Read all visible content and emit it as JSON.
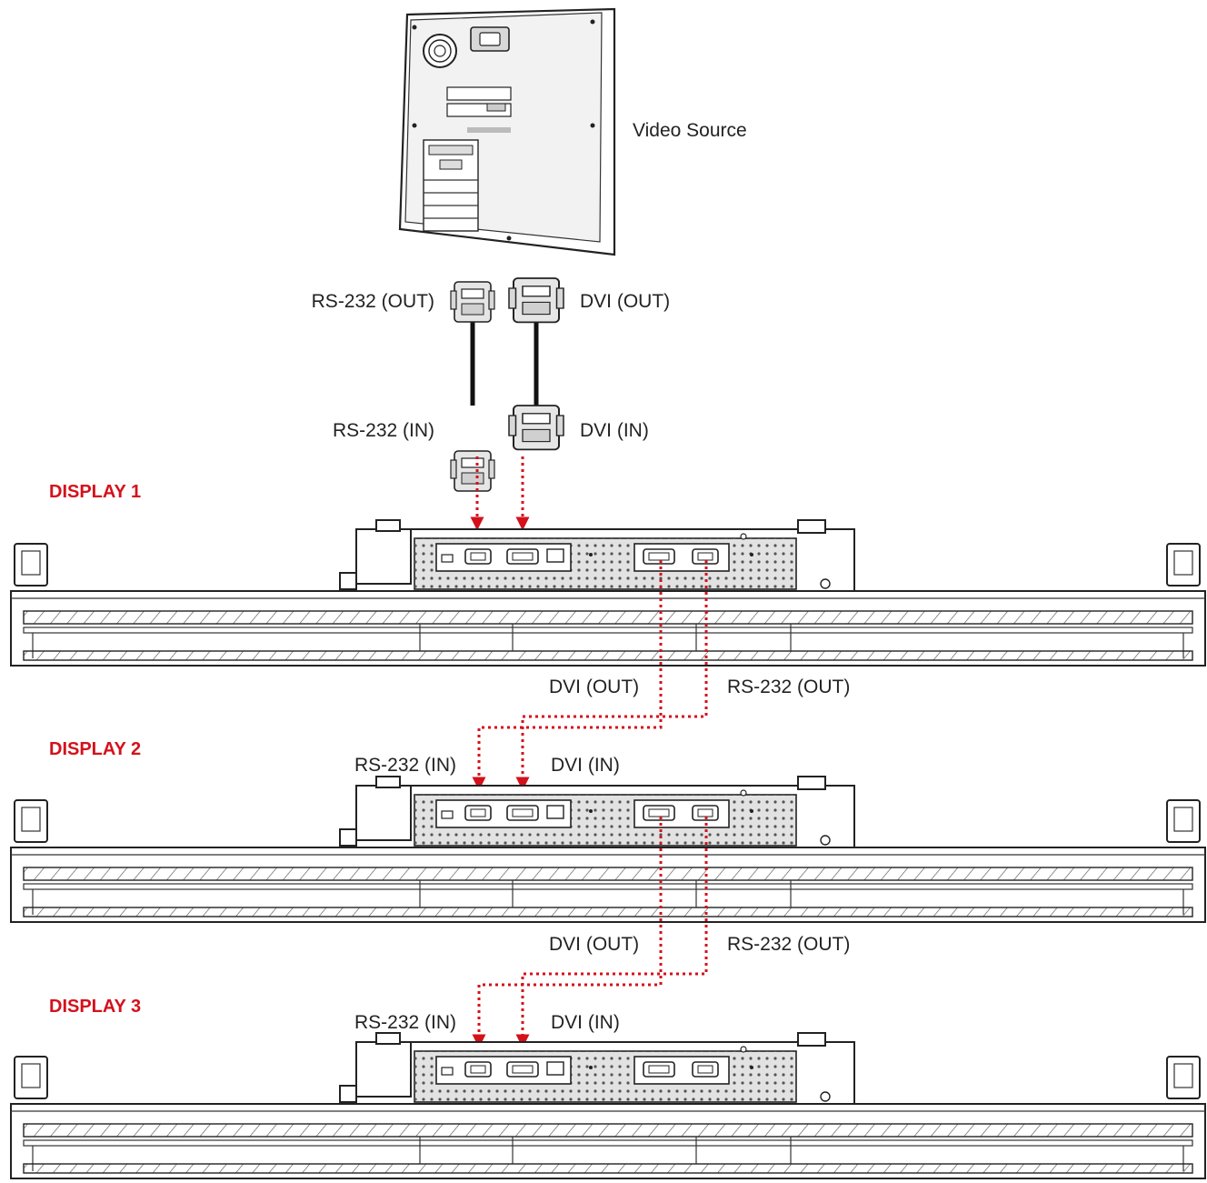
{
  "source": {
    "label": "Video Source"
  },
  "connectors": {
    "rs232_out": "RS-232 (OUT)",
    "dvi_out": "DVI (OUT)",
    "rs232_in": "RS-232 (IN)",
    "dvi_in": "DVI (IN)"
  },
  "displays": [
    {
      "title": "DISPLAY 1"
    },
    {
      "title": "DISPLAY 2",
      "from_prev_dvi_out": "DVI (OUT)",
      "from_prev_rs232_out": "RS-232 (OUT)",
      "rs232_in": "RS-232 (IN)",
      "dvi_in": "DVI (IN)"
    },
    {
      "title": "DISPLAY 3",
      "from_prev_dvi_out": "DVI (OUT)",
      "from_prev_rs232_out": "RS-232 (OUT)",
      "rs232_in": "RS-232 (IN)",
      "dvi_in": "DVI (IN)"
    }
  ],
  "colors": {
    "accent_red": "#d4111b",
    "line": "#222222"
  }
}
